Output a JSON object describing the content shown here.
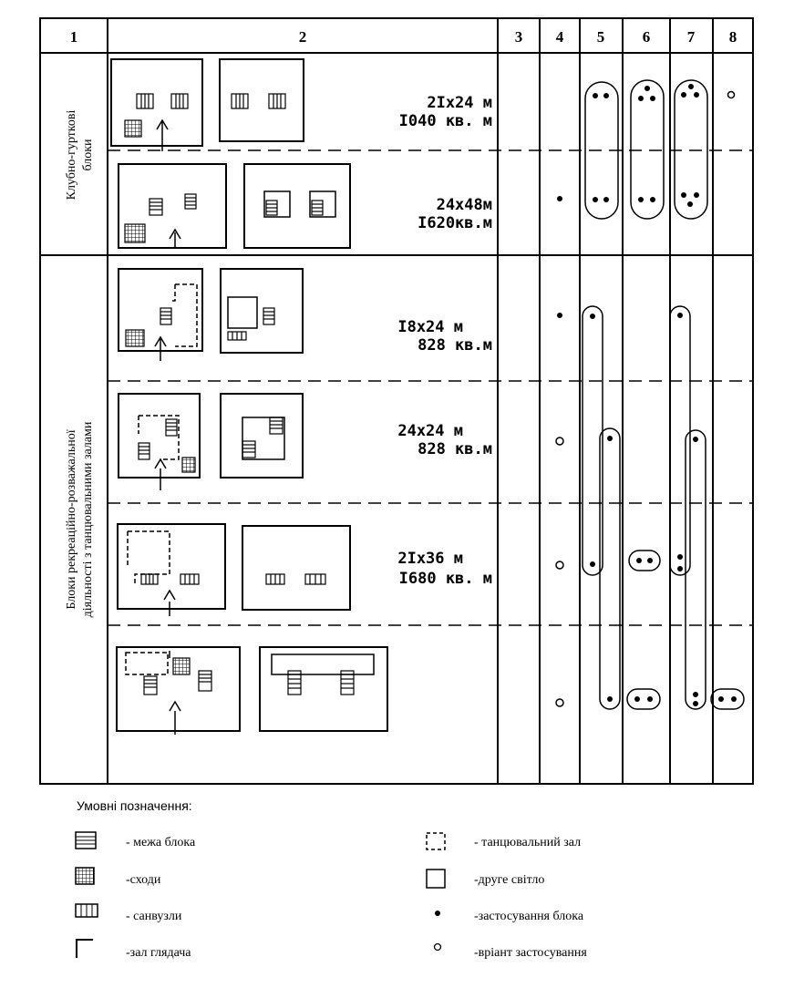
{
  "columns": [
    "1",
    "2",
    "3",
    "4",
    "5",
    "6",
    "7",
    "8"
  ],
  "groups": [
    {
      "label_line1": "Клубно-гурткові",
      "label_line2": "блоки"
    },
    {
      "label_line1": "Блоки рекреаційно-розважальної",
      "label_line2": "діяльності з танцювальними залами"
    }
  ],
  "rows": [
    {
      "dim": "2Iх24 м",
      "area": "I040 кв. м"
    },
    {
      "dim": "24х48м",
      "area": "I620кв.м"
    },
    {
      "dim": "I8х24 м",
      "area": "828 кв.м"
    },
    {
      "dim": "24х24 м",
      "area": "828 кв.м"
    },
    {
      "dim": "2Iх36 м",
      "area": "I680 кв. м"
    },
    {
      "dim": "",
      "area": ""
    }
  ],
  "legend": {
    "title": "Умовні позначення:",
    "items": [
      {
        "icon": "block-border-icon",
        "label": "- межа блока"
      },
      {
        "icon": "stairs-icon",
        "label": "-сходи"
      },
      {
        "icon": "wc-icon",
        "label": "- санвузли"
      },
      {
        "icon": "auditorium-icon",
        "label": "-зал глядача"
      },
      {
        "icon": "dance-hall-icon",
        "label": "- танцювальний зал"
      },
      {
        "icon": "second-light-icon",
        "label": "-друге світло"
      },
      {
        "icon": "filled-dot-icon",
        "label": "-застосування блока"
      },
      {
        "icon": "open-dot-icon",
        "label": "-вріант застосування"
      }
    ]
  }
}
